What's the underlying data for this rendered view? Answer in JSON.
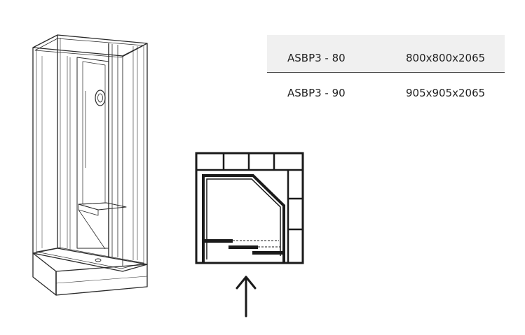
{
  "spec_table": {
    "rows": [
      {
        "model": "ASBP3 - 80",
        "dimensions": "800x800x2065"
      },
      {
        "model": "ASBP3 - 90",
        "dimensions": "905x905x2065"
      }
    ]
  },
  "icons": {
    "cabin": "shower-cabin-illustration",
    "plan": "floor-plan-icon",
    "arrow": "arrow-up-icon"
  }
}
